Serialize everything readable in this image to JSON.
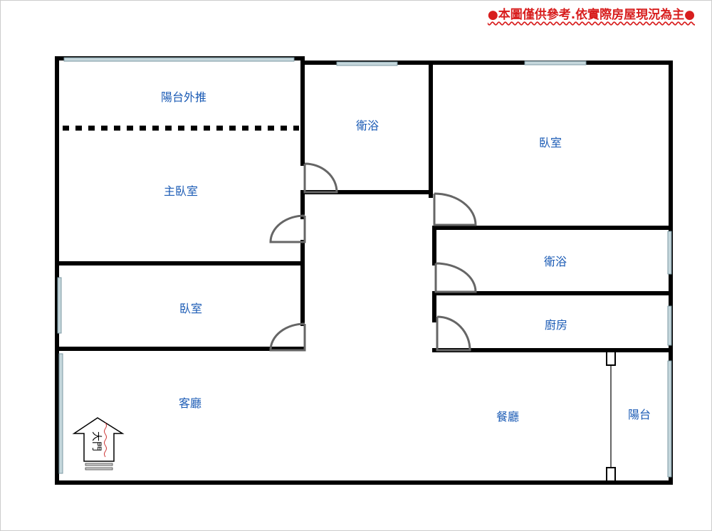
{
  "notice": "●本圖僅供參考.依實際房屋現況為主●",
  "rooms": {
    "balcony_extension": "陽台外推",
    "master_bedroom": "主臥室",
    "bathroom_1": "衛浴",
    "bedroom_1": "臥室",
    "bathroom_2": "衛浴",
    "bedroom_2": "臥室",
    "kitchen": "廚房",
    "living_room": "客廳",
    "dining_room": "餐廳",
    "balcony": "陽台"
  },
  "entrance": "大門",
  "colors": {
    "label": "#1b5bb5",
    "notice": "#d81e1e",
    "wall": "#000000",
    "window": "#c5d7dc"
  }
}
